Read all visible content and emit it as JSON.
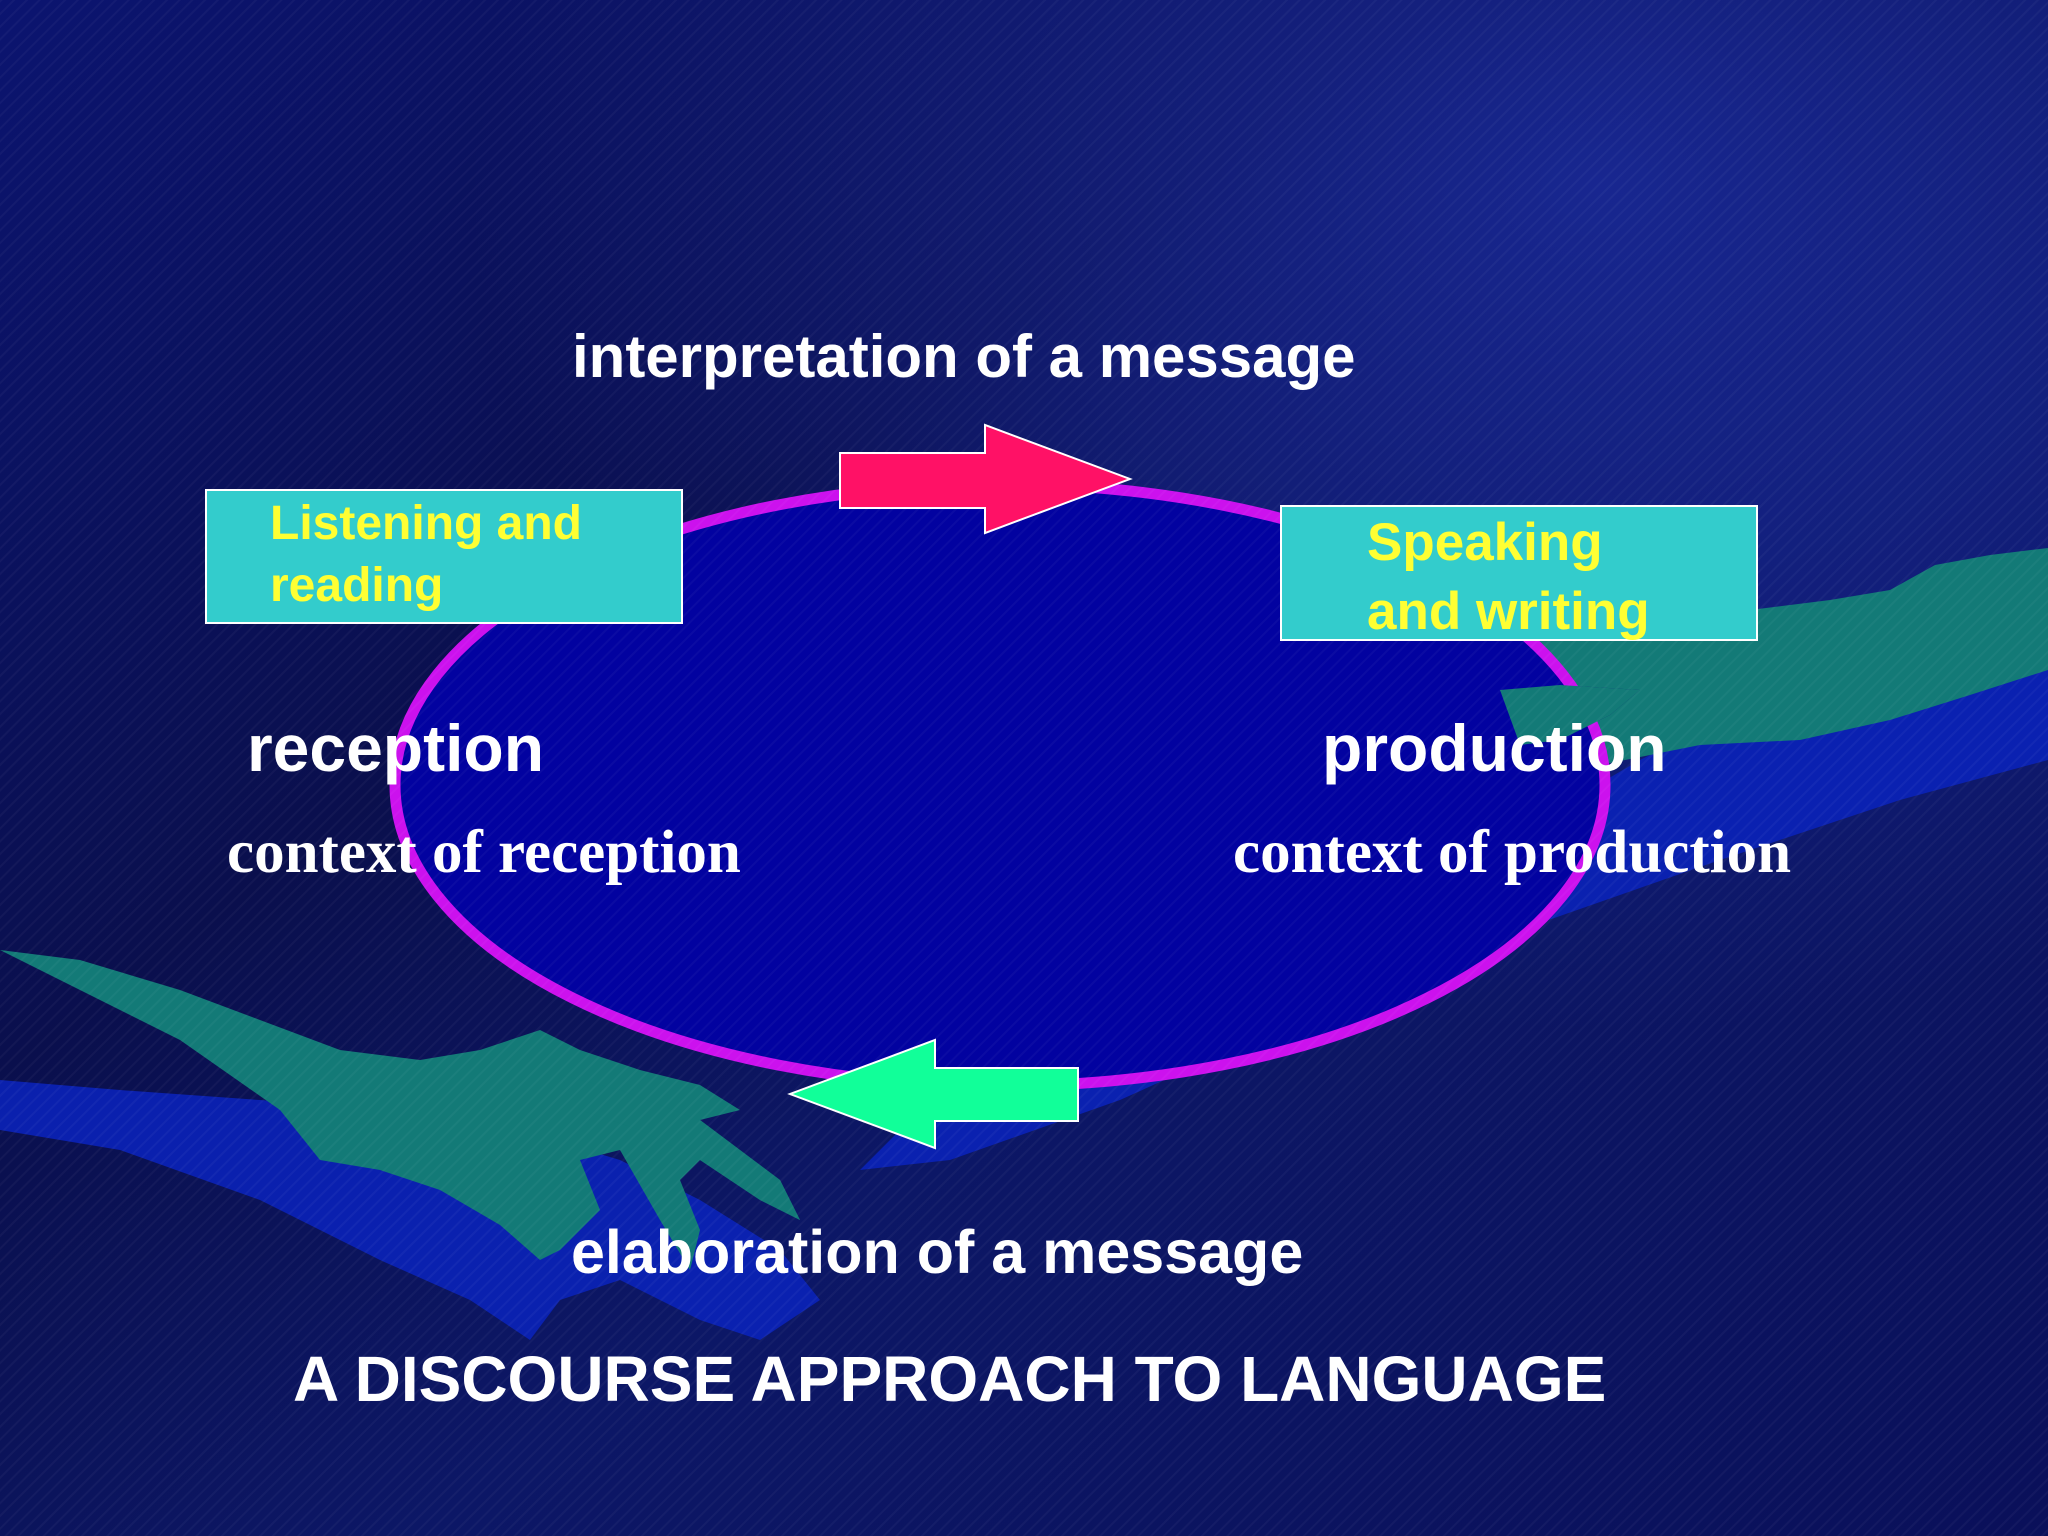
{
  "colors": {
    "background": "#0a1166",
    "ellipse_fill": "#0202a0",
    "ellipse_stroke": "#cc11ee",
    "hand": "#137a77",
    "box_fill": "#33cccc",
    "box_text": "#ffff33",
    "arrow_top": "#ff1166",
    "arrow_bottom": "#11ff99",
    "text": "#ffffff"
  },
  "diagram": {
    "top_label": "interpretation of a message",
    "bottom_label": "elaboration of a message",
    "title": "A DISCOURSE APPROACH TO LANGUAGE",
    "left": {
      "box_line1": "Listening and",
      "box_line2": "reading",
      "heading": "reception",
      "context": "context of reception"
    },
    "right": {
      "box_line1": "Speaking",
      "box_line2": "and writing",
      "heading": "production",
      "context": "context of production"
    },
    "arrows": [
      {
        "id": "top-arrow",
        "direction": "right"
      },
      {
        "id": "bottom-arrow",
        "direction": "left"
      }
    ]
  }
}
